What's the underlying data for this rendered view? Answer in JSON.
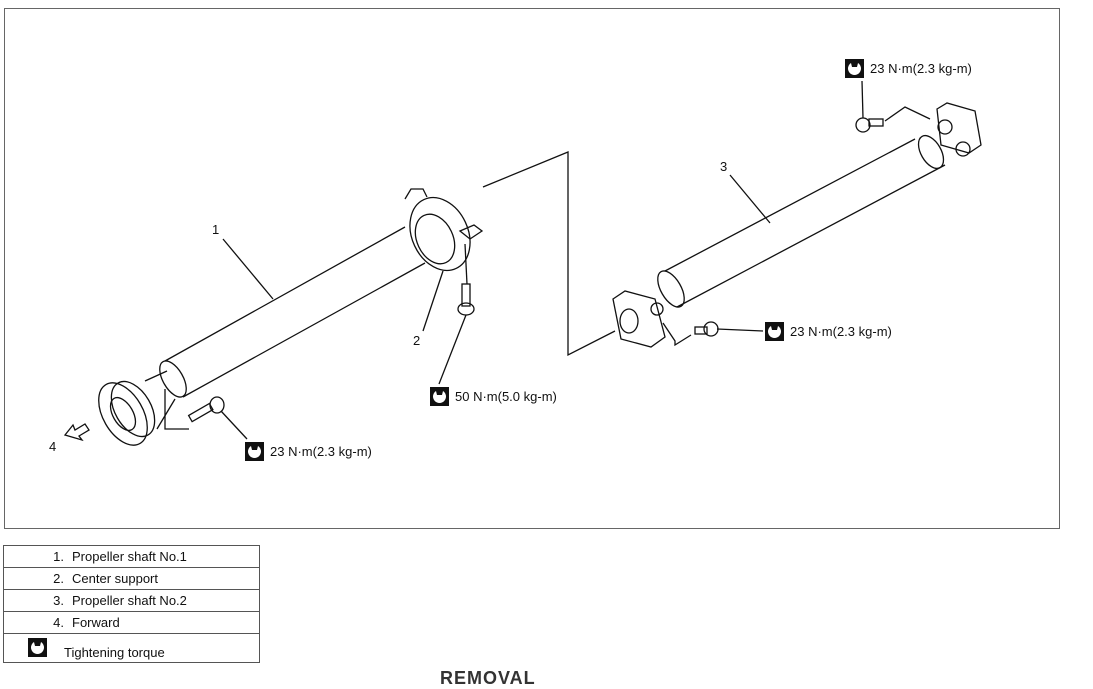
{
  "figure": {
    "callouts": {
      "c1": "1",
      "c2": "2",
      "c3": "3",
      "c4": "4"
    },
    "torques": {
      "top_right": "23 N·m(2.3 kg-m)",
      "right_mid": "23 N·m(2.3 kg-m)",
      "center": "50 N·m(5.0 kg-m)",
      "left_bottom": "23 N·m(2.3 kg-m)"
    },
    "torque_icon": "wrench-icon"
  },
  "legend": {
    "rows": [
      {
        "num": "1.",
        "label": "Propeller shaft No.1"
      },
      {
        "num": "2.",
        "label": "Center support"
      },
      {
        "num": "3.",
        "label": "Propeller shaft No.2"
      },
      {
        "num": "4.",
        "label": "Forward"
      }
    ],
    "icon_row": {
      "icon": "wrench-icon",
      "label": "Tightening torque"
    }
  },
  "footer": {
    "cut_heading": "REMOVAL"
  }
}
